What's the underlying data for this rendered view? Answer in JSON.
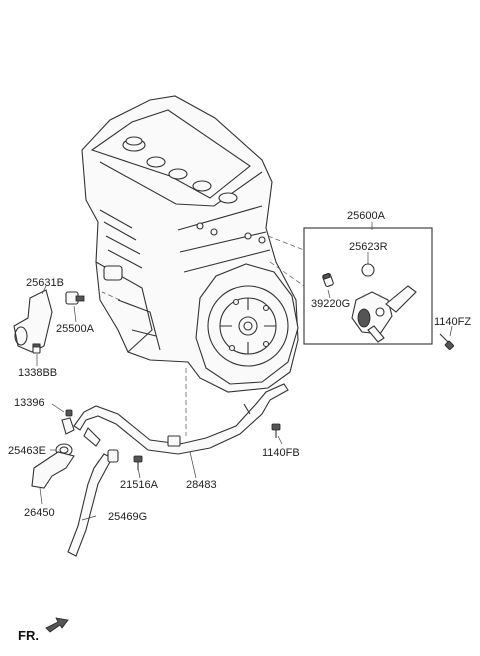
{
  "labels": {
    "p25600A": "25600A",
    "p25623R": "25623R",
    "p39220G": "39220G",
    "p1140FZ": "1140FZ",
    "p25631B": "25631B",
    "p25500A": "25500A",
    "p1338BB": "1338BB",
    "p13396": "13396",
    "p25463E": "25463E",
    "p1140FB": "1140FB",
    "p21516A": "21516A",
    "p28483": "28483",
    "p26450": "26450",
    "p25469G": "25469G",
    "fr": "FR."
  }
}
